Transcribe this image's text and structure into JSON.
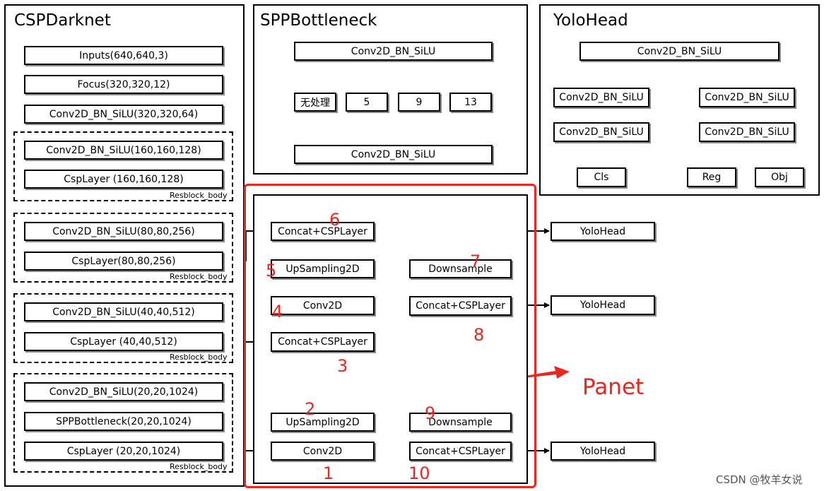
{
  "panels": {
    "csp_title": "CSPDarknet",
    "spp_title": "SPPBottleneck",
    "yolo_title": "YoloHead"
  },
  "csp": {
    "inputs": "Inputs(640,640,3)",
    "focus": "Focus(320,320,12)",
    "conv1": "Conv2D_BN_SiLU(320,320,64)",
    "conv2": "Conv2D_BN_SiLU(160,160,128)",
    "csp2": "CspLayer (160,160,128)",
    "conv3": "Conv2D_BN_SiLU(80,80,256)",
    "csp3": "CspLayer(80,80,256)",
    "conv4": "Conv2D_BN_SiLU(40,40,512)",
    "csp4": "CspLayer (40,40,512)",
    "conv5": "Conv2D_BN_SiLU(20,20,1024)",
    "spp5": "SPPBottleneck(20,20,1024)",
    "csp5": "CspLayer (20,20,1024)",
    "resblock": "Resblock_body"
  },
  "spp": {
    "top": "Conv2D_BN_SiLU",
    "none": "无处理",
    "k5": "5",
    "k9": "9",
    "k13": "13",
    "bottom": "Conv2D_BN_SiLU"
  },
  "yolohead": {
    "top": "Conv2D_BN_SiLU",
    "l1": "Conv2D_BN_SiLU",
    "l2": "Conv2D_BN_SiLU",
    "r1": "Conv2D_BN_SiLU",
    "r2": "Conv2D_BN_SiLU",
    "cls": "Cls",
    "reg": "Reg",
    "obj": "Obj"
  },
  "panet": {
    "concat6": "Concat+CSPLayer",
    "up5": "UpSampling2D",
    "conv4": "Conv2D",
    "concat3": "Concat+CSPLayer",
    "up2": "UpSampling2D",
    "conv1": "Conv2D",
    "down7": "Downsample",
    "concat8": "Concat+CSPLayer",
    "down9": "Downsample",
    "concat10": "Concat+CSPLayer",
    "head1": "YoloHead",
    "head2": "YoloHead",
    "head3": "YoloHead",
    "label": "Panet",
    "n1": "1",
    "n2": "2",
    "n3": "3",
    "n4": "4",
    "n5": "5",
    "n6": "6",
    "n7": "7",
    "n8": "8",
    "n9": "9",
    "n10": "10"
  },
  "watermark": "CSDN @牧羊女说",
  "colors": {
    "accent_red": "#e8281e",
    "line": "#000000"
  }
}
